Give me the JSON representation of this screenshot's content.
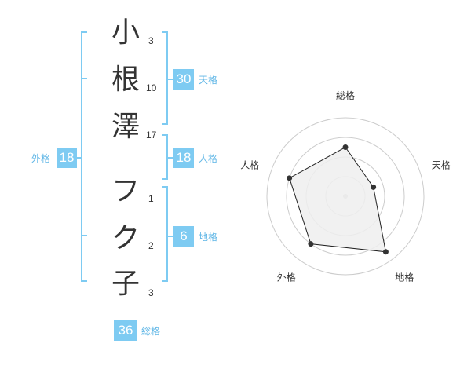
{
  "name": {
    "characters": [
      {
        "char": "小",
        "strokes": "3"
      },
      {
        "char": "根",
        "strokes": "10"
      },
      {
        "char": "澤",
        "strokes": "17"
      },
      {
        "char": "フ",
        "strokes": "1"
      },
      {
        "char": "ク",
        "strokes": "2"
      },
      {
        "char": "子",
        "strokes": "3"
      }
    ]
  },
  "fortune": {
    "tenkaku": {
      "value": "30",
      "label": "天格"
    },
    "jinkaku": {
      "value": "18",
      "label": "人格"
    },
    "chikaku": {
      "value": "6",
      "label": "地格"
    },
    "gaikaku": {
      "value": "18",
      "label": "外格"
    },
    "soukaku": {
      "value": "36",
      "label": "総格"
    }
  },
  "colors": {
    "accent": "#7ecbf2",
    "accent_text": "#5fb6e6",
    "text": "#333333",
    "radar_fill": "#eeeeee",
    "radar_ring": "#cccccc"
  },
  "chart_data": {
    "type": "radar",
    "axes": [
      "総格",
      "天格",
      "地格",
      "外格",
      "人格"
    ],
    "rings": 4,
    "max": 4,
    "values": [
      2.5,
      1.5,
      3.5,
      3.0,
      3.0
    ]
  }
}
